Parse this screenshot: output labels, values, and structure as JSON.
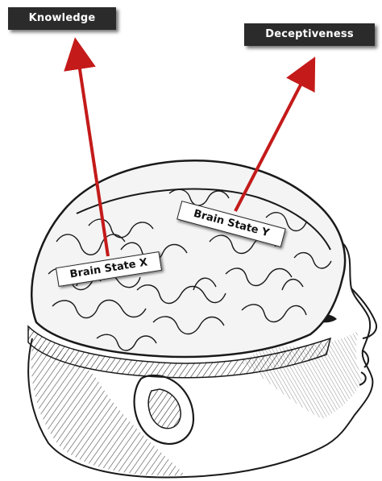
{
  "labels": {
    "knowledge": "Knowledge",
    "deceptiveness": "Deceptiveness",
    "brain_state_x": "Brain State X",
    "brain_state_y": "Brain State Y"
  },
  "colors": {
    "arrow": "#c41a1a",
    "dark_label_bg": "#2b2b2b",
    "ink": "#1a1a1a"
  },
  "icons": {
    "illustration": "brain-engraving-icon"
  }
}
